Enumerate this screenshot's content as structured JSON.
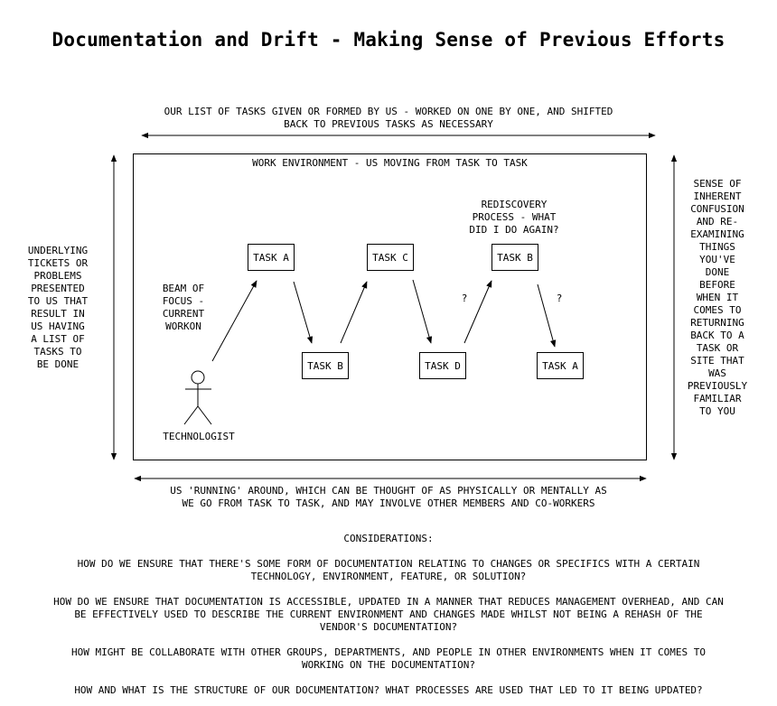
{
  "title": "Documentation and Drift - Making Sense of Previous Efforts",
  "top_label": [
    "OUR LIST OF TASKS GIVEN OR FORMED BY US - WORKED ON ONE BY ONE, AND SHIFTED",
    "BACK TO PREVIOUS TASKS AS NECESSARY"
  ],
  "env_label": "WORK ENVIRONMENT - US MOVING FROM TASK TO TASK",
  "left_label": [
    "UNDERLYING",
    "TICKETS OR",
    "PROBLEMS",
    "PRESENTED",
    "TO US THAT",
    "RESULT IN",
    "US HAVING",
    "A LIST OF",
    "TASKS TO",
    "BE DONE"
  ],
  "right_label": [
    "SENSE OF",
    "INHERENT",
    "CONFUSION",
    "AND RE-",
    "EXAMINING",
    "THINGS",
    "YOU'VE",
    "DONE",
    "BEFORE",
    "WHEN IT",
    "COMES TO",
    "RETURNING",
    "BACK TO A",
    "TASK OR",
    "SITE THAT",
    "WAS",
    "PREVIOUSLY",
    "FAMILIAR",
    "TO YOU"
  ],
  "bottom_label": [
    "US 'RUNNING' AROUND, WHICH CAN BE THOUGHT OF AS PHYSICALLY OR MENTALLY AS",
    "WE GO FROM TASK TO TASK, AND MAY INVOLVE OTHER MEMBERS AND CO-WORKERS"
  ],
  "beam_label": [
    "BEAM OF",
    "FOCUS -",
    "CURRENT",
    "WORKON"
  ],
  "rediscovery_label": [
    "REDISCOVERY",
    "PROCESS - WHAT",
    "DID I DO AGAIN?"
  ],
  "actor_label": "TECHNOLOGIST",
  "question_mark": "?",
  "tasks": {
    "top": [
      "TASK A",
      "TASK C",
      "TASK B"
    ],
    "bottom": [
      "TASK B",
      "TASK D",
      "TASK A"
    ]
  },
  "considerations": {
    "heading": "CONSIDERATIONS:",
    "items": [
      [
        "HOW DO WE ENSURE THAT THERE'S SOME FORM OF DOCUMENTATION RELATING TO CHANGES OR SPECIFICS WITH A CERTAIN",
        "TECHNOLOGY, ENVIRONMENT, FEATURE, OR SOLUTION?"
      ],
      [
        "HOW DO WE ENSURE THAT DOCUMENTATION IS ACCESSIBLE, UPDATED IN A MANNER THAT REDUCES MANAGEMENT OVERHEAD, AND CAN",
        "BE EFFECTIVELY USED TO DESCRIBE THE CURRENT ENVIRONMENT AND CHANGES MADE WHILST NOT BEING A REHASH OF THE",
        "VENDOR'S DOCUMENTATION?"
      ],
      [
        "HOW MIGHT BE COLLABORATE WITH OTHER GROUPS, DEPARTMENTS, AND PEOPLE IN OTHER ENVIRONMENTS WHEN IT COMES TO",
        "WORKING ON THE DOCUMENTATION?"
      ],
      [
        "HOW AND WHAT IS THE STRUCTURE OF OUR DOCUMENTATION? WHAT PROCESSES ARE USED THAT LED TO IT BEING UPDATED?"
      ]
    ]
  }
}
